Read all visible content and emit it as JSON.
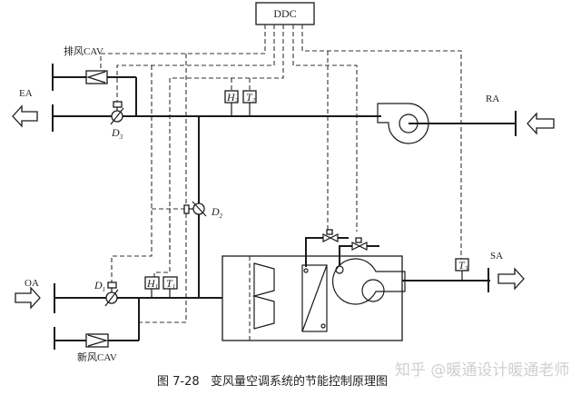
{
  "controller": {
    "label": "DDC"
  },
  "streams": {
    "exhaust": "EA",
    "return": "RA",
    "outdoor": "OA",
    "supply": "SA"
  },
  "cav_boxes": {
    "exhaust": "排风CAV",
    "fresh": "新风CAV"
  },
  "dampers": {
    "d1": {
      "letter": "D",
      "sub": "1"
    },
    "d2": {
      "letter": "D",
      "sub": "2"
    },
    "d3": {
      "letter": "D",
      "sub": "3"
    }
  },
  "sensors": {
    "h1": {
      "letter": "H",
      "sub": "1"
    },
    "t1": {
      "letter": "T",
      "sub": "1"
    },
    "h2": {
      "letter": "H",
      "sub": "2"
    },
    "t2": {
      "letter": "T",
      "sub": "2"
    },
    "t3": {
      "letter": "T",
      "sub": "3"
    }
  },
  "caption": {
    "number": "图 7-28",
    "title": "变风量空调系统的节能控制原理图"
  },
  "watermark": "知乎 @暖通设计暖通老师"
}
